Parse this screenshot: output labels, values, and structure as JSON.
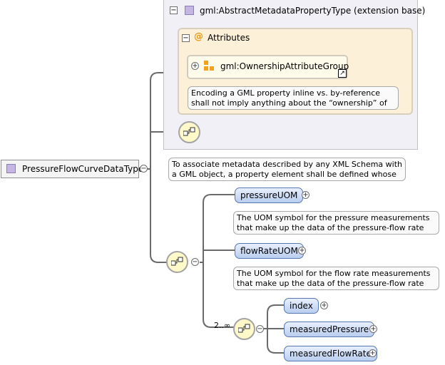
{
  "extension": {
    "title": "gml:AbstractMetadataPropertyType (extension base)",
    "attributes_title": "Attributes",
    "attribute_group": {
      "label": "gml:OwnershipAttributeGroup",
      "note": "Encoding a GML property inline vs. by-reference shall not imply anything about the “ownership” of the contained or…"
    }
  },
  "root": {
    "label": "PressureFlowCurveDataType",
    "note": "To associate metadata described by any XML Schema with a GML object, a property element shall be defined whose content…"
  },
  "elements": [
    {
      "label": "pressureUOM",
      "note": "The UOM symbol for the pressure measurements that make up the data of the pressure-flow rate curve"
    },
    {
      "label": "flowRateUOM",
      "note": "The UOM symbol for the flow rate measurements that make up the data of the pressure-flow rate curve"
    }
  ],
  "inner_sequence": {
    "multiplicity": "2..∞",
    "elements": [
      {
        "label": "index"
      },
      {
        "label": "measuredPressure"
      },
      {
        "label": "measuredFlowRate"
      }
    ]
  },
  "symbols": {
    "collapse": "⊖",
    "expand": "⊕",
    "link": "↗"
  },
  "colors": {
    "element_fill": "#c9d9f5",
    "attribute_fill": "#fdf0d8",
    "sequence_fill": "#fff8c8",
    "extension_fill": "#f0f0f6"
  }
}
